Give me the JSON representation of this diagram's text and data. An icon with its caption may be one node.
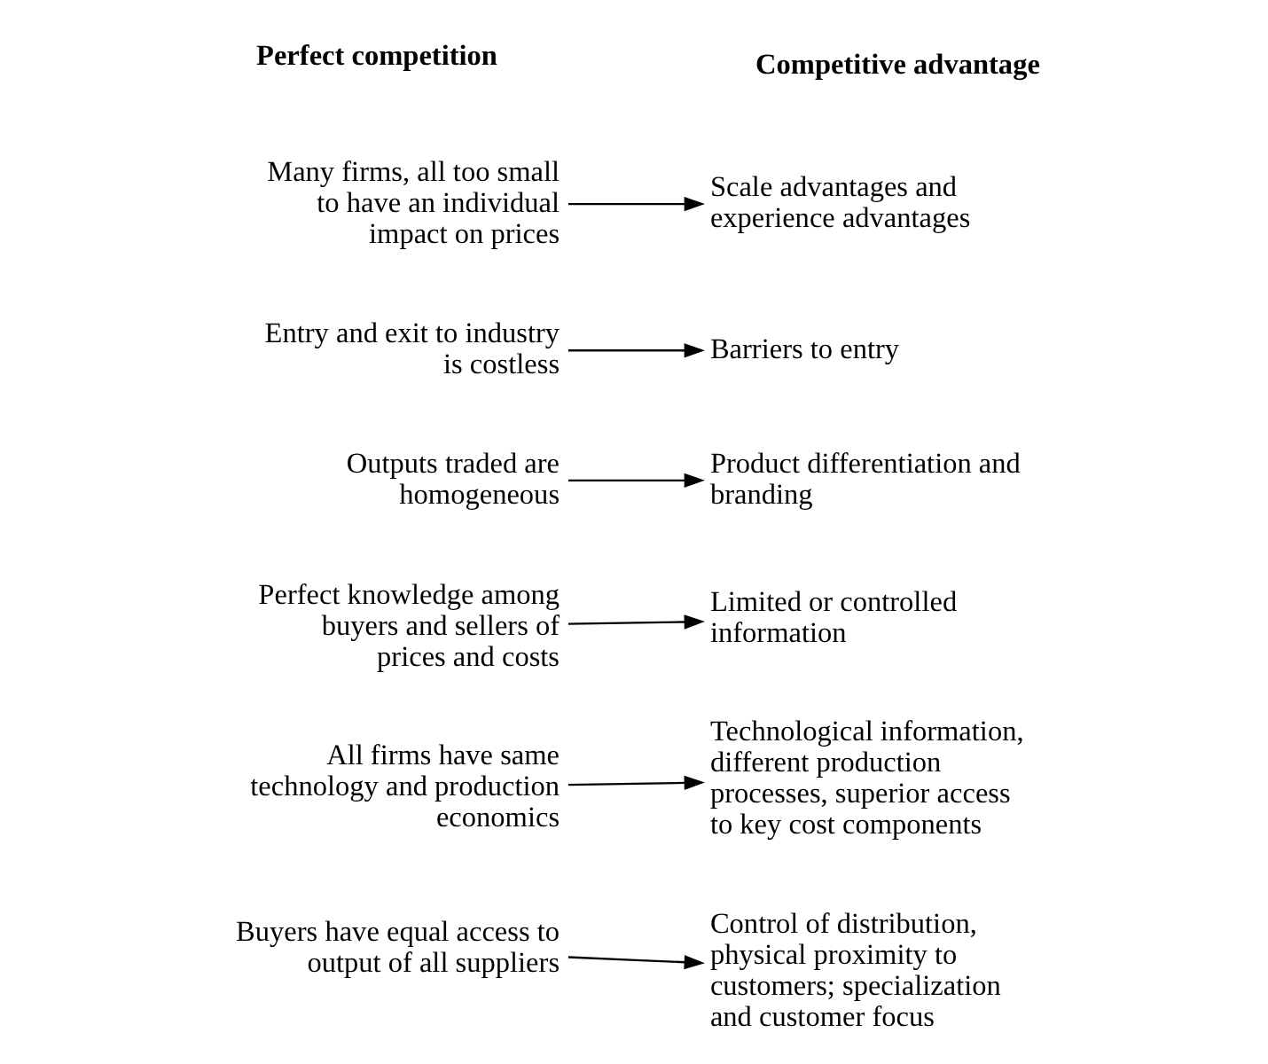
{
  "diagram": {
    "nodes": [
      {
        "text": [
          "Many firms, all too small to have an individual impact on prices"
        ]
      },
      {
        "text": [
          "Scale advantages and experience advantages"
        ]
      },
      {
        "text": [
          "Entry and exit to industry is costless"
        ]
      },
      {
        "text": [
          "Barriers to entry"
        ]
      },
      {
        "text": [
          "Outputs traded are homogeneous"
        ]
      },
      {
        "text": [
          "Product differentiation and branding"
        ]
      },
      {
        "text": [
          "Perfect knowledge among buyers and sellers of prices and costs"
        ]
      },
      {
        "text": [
          "Limited or controlled information"
        ]
      },
      {
        "text": [
          "All firms have same technology and production economics"
        ]
      },
      {
        "text": [
          "Technological information, different production processes, superior access to key cost components"
        ]
      },
      {
        "text": [
          "Buyers have equal access to output of all suppliers"
        ]
      },
      {
        "text": [
          "Control of distribution, physical proximity to customers; specialization and customer focus"
        ]
      }
    ],
    "edges": [
      {
        "from": 0,
        "to": 1,
        "arrow": "to"
      },
      {
        "from": 2,
        "to": 3,
        "arrow": "to"
      },
      {
        "from": 4,
        "to": 5,
        "arrow": "to"
      },
      {
        "from": 6,
        "to": 7,
        "arrow": "to"
      },
      {
        "from": 8,
        "to": 9,
        "arrow": "to"
      },
      {
        "from": 10,
        "to": 11,
        "arrow": "to"
      }
    ],
    "labels": [
      "Perfect competition",
      "Competitive advantage"
    ]
  }
}
